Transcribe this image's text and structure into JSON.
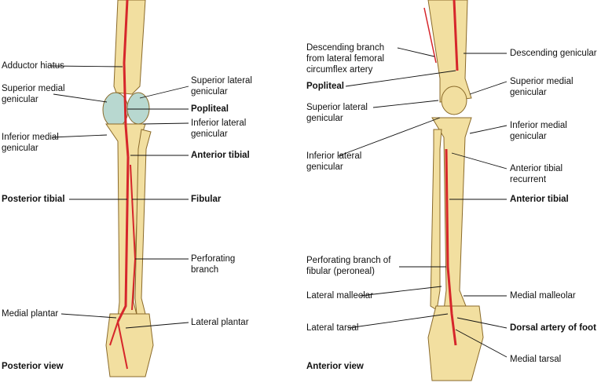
{
  "posterior": {
    "view_label": "Posterior view",
    "labels": {
      "adductor_hiatus": "Adductor hiatus",
      "superior_medial_genicular_1": "Superior medial",
      "superior_medial_genicular_2": "genicular",
      "inferior_medial_genicular_1": "Inferior medial",
      "inferior_medial_genicular_2": "genicular",
      "posterior_tibial": "Posterior tibial",
      "medial_plantar": "Medial plantar",
      "superior_lateral_genicular_1": "Superior lateral",
      "superior_lateral_genicular_2": "genicular",
      "popliteal": "Popliteal",
      "inferior_lateral_genicular_1": "Inferior lateral",
      "inferior_lateral_genicular_2": "genicular",
      "anterior_tibial": "Anterior tibial",
      "fibular": "Fibular",
      "perforating_branch_1": "Perforating",
      "perforating_branch_2": "branch",
      "lateral_plantar": "Lateral plantar"
    }
  },
  "anterior": {
    "view_label": "Anterior view",
    "labels": {
      "descending_branch_1": "Descending branch",
      "descending_branch_2": "from lateral femoral",
      "descending_branch_3": "circumflex artery",
      "popliteal": "Popliteal",
      "superior_lateral_genicular_1": "Superior lateral",
      "superior_lateral_genicular_2": "genicular",
      "inferior_lateral_genicular_1": "Inferior lateral",
      "inferior_lateral_genicular_2": "genicular",
      "perforating_branch_1": "Perforating branch of",
      "perforating_branch_2": "fibular (peroneal)",
      "lateral_malleolar": "Lateral malleolar",
      "lateral_tarsal": "Lateral tarsal",
      "descending_genicular": "Descending genicular",
      "superior_medial_genicular_1": "Superior medial",
      "superior_medial_genicular_2": "genicular",
      "inferior_medial_genicular_1": "Inferior medial",
      "inferior_medial_genicular_2": "genicular",
      "anterior_tibial_recurrent_1": "Anterior tibial",
      "anterior_tibial_recurrent_2": "recurrent",
      "anterior_tibial": "Anterior tibial",
      "medial_malleolar": "Medial malleolar",
      "dorsal_artery_of_foot": "Dorsal artery of foot",
      "medial_tarsal": "Medial tarsal"
    }
  },
  "colors": {
    "bone": "#f2dfa0",
    "bone_edge": "#8a6a2a",
    "artery": "#d6262b",
    "cartilage": "#b8d8d0"
  }
}
